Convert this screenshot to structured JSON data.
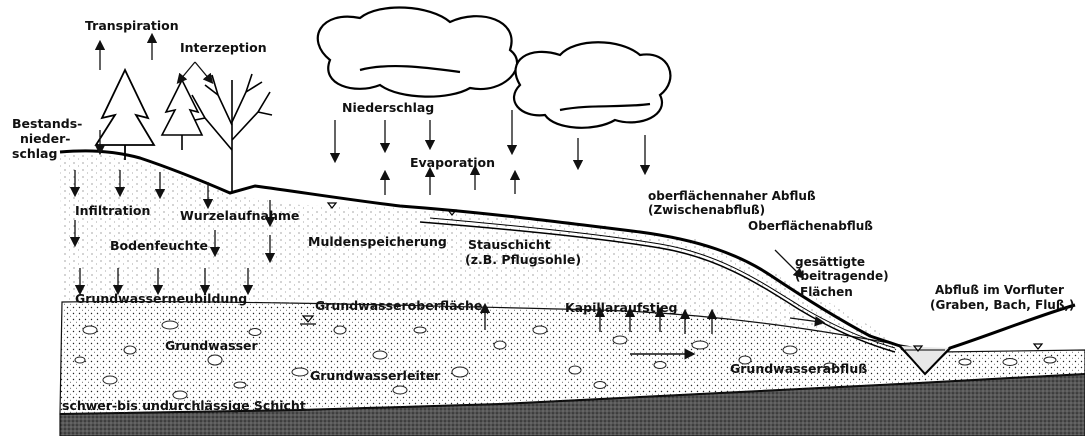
{
  "labels": {
    "transpiration": "Transpiration",
    "interzeption": "Interzeption",
    "bestand_1": "Bestands-",
    "bestand_2": "nieder-",
    "bestand_3": "schlag",
    "niederschlag": "Niederschlag",
    "evaporation": "Evaporation",
    "infiltration": "Infiltration",
    "wurzelaufnahme": "Wurzelaufnahme",
    "bodenfeuchte": "Bodenfeuchte",
    "muldenspeicherung": "Muldenspeicherung",
    "stauschicht_1": "Stauschicht",
    "stauschicht_2": "(z.B. Pflugsohle)",
    "oberflaechennah_1": "oberflächennaher  Abfluß",
    "oberflaechennah_2": "(Zwischenabfluß)",
    "oberflaechenabfluss": "Oberflächenabfluß",
    "gesaettigt_1": "gesättigte",
    "gesaettigt_2": "(beitragende)",
    "gesaettigt_3": "Flächen",
    "vorfluter_1": "Abfluß im Vorfluter",
    "vorfluter_2": "(Graben, Bach, Fluß,)",
    "gw_neubildung": "Grundwasserneubildung",
    "gw_oberflaeche": "Grundwasseroberfläche",
    "kapillaraufstieg": "Kapillaraufstieg",
    "grundwasser": "Grundwasser",
    "grundwasserleiter": "Grundwasserleiter",
    "grundwasserabfluss": "Grundwasserabfluß",
    "schwer": "schwer-bis undurchlässige Schicht"
  }
}
